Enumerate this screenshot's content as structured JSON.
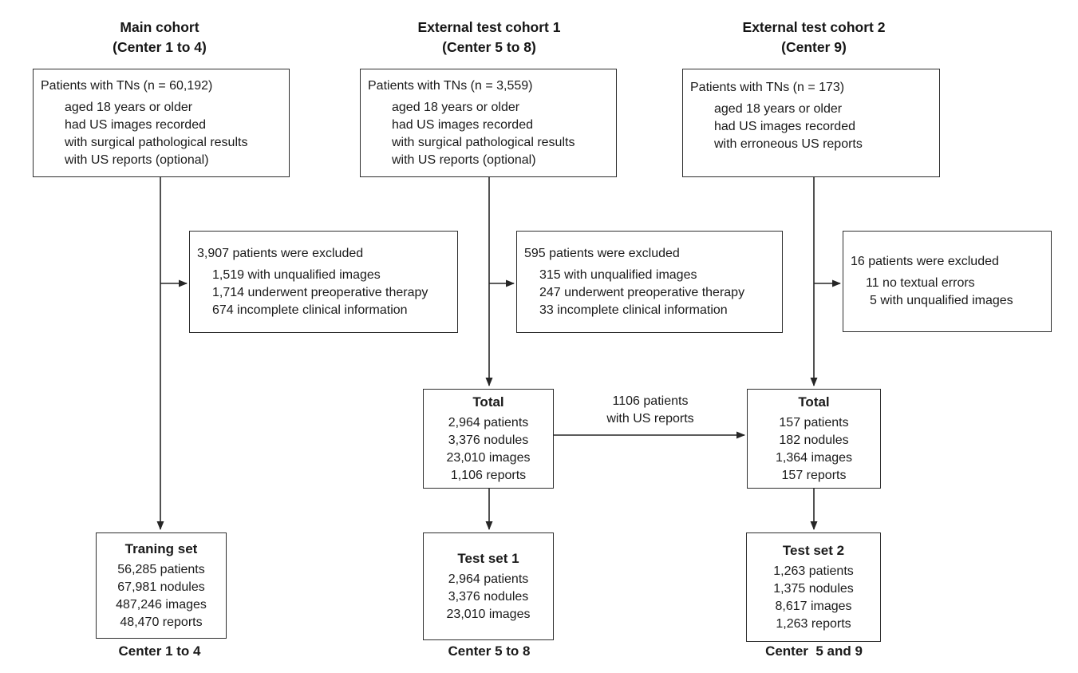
{
  "diagram": {
    "columns": [
      {
        "header_line1": "Main cohort",
        "header_line2": "(Center 1 to 4)",
        "top_box": {
          "title": "Patients with TNs (n = 60,192)",
          "items": [
            "aged 18 years or older",
            "had US images recorded",
            "with surgical pathological results",
            "with US reports (optional)"
          ]
        },
        "exclusion_box": {
          "title": "3,907 patients were excluded",
          "items": [
            "1,519 with unqualified images",
            "1,714 underwent preoperative therapy",
            "674 incomplete clinical information"
          ]
        },
        "result_box": {
          "title": "Traning set",
          "items": [
            "56,285 patients",
            "67,981 nodules",
            "487,246 images",
            "48,470 reports"
          ]
        },
        "footer": "Center 1 to 4"
      },
      {
        "header_line1": "External test cohort 1",
        "header_line2": "(Center 5 to 8)",
        "top_box": {
          "title": "Patients with TNs (n = 3,559)",
          "items": [
            "aged 18 years or older",
            "had US images recorded",
            "with surgical pathological results",
            "with US reports (optional)"
          ]
        },
        "exclusion_box": {
          "title": "595 patients were excluded",
          "items": [
            "315 with unqualified images",
            "247 underwent preoperative therapy",
            "33 incomplete clinical information"
          ]
        },
        "total_box": {
          "title": "Total",
          "items": [
            "2,964 patients",
            "3,376 nodules",
            "23,010 images",
            "1,106 reports"
          ]
        },
        "result_box": {
          "title": "Test set 1",
          "items": [
            "2,964 patients",
            "3,376 nodules",
            "23,010 images"
          ]
        },
        "footer": "Center 5 to 8"
      },
      {
        "header_line1": "External test cohort 2",
        "header_line2": "(Center 9)",
        "top_box": {
          "title": "Patients with TNs (n = 173)",
          "items": [
            "aged 18 years or older",
            "had US images recorded",
            "with erroneous US reports"
          ]
        },
        "exclusion_box": {
          "title": "16 patients were excluded",
          "items": [
            "11 no textual errors",
            "5 with unqualified images"
          ]
        },
        "total_box": {
          "title": "Total",
          "items": [
            "157 patients",
            "182 nodules",
            "1,364 images",
            "157 reports"
          ]
        },
        "result_box": {
          "title": "Test set 2",
          "items": [
            "1,263 patients",
            "1,375 nodules",
            "8,617 images",
            "1,263 reports"
          ]
        },
        "footer": "Center  5 and 9"
      }
    ],
    "connector_label_line1": "1106 patients",
    "connector_label_line2": "with US reports",
    "colors": {
      "text": "#1a1a1a",
      "line": "#262626",
      "background": "#ffffff"
    }
  }
}
